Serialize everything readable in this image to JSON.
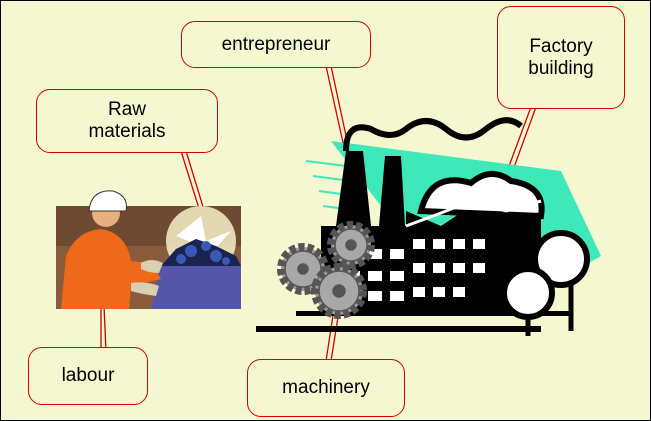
{
  "labels": {
    "entrepreneur": "entrepreneur",
    "factory_building_line1": "Factory",
    "factory_building_line2": "building",
    "raw_materials_line1": "Raw",
    "raw_materials_line2": "materials",
    "labour": "labour",
    "machinery": "machinery"
  },
  "colors": {
    "background": "#f4f7cf",
    "callout_border": "#d40000",
    "swoosh": "#3fe8b8",
    "gear": "#9a9a9a",
    "worker_suit": "#ee6a1a",
    "coal_cart": "#5555aa"
  },
  "icons": {
    "factory": "factory-illustration",
    "gears": "gears-illustration",
    "worker": "worker-illustration",
    "trees": "trees-illustration"
  }
}
